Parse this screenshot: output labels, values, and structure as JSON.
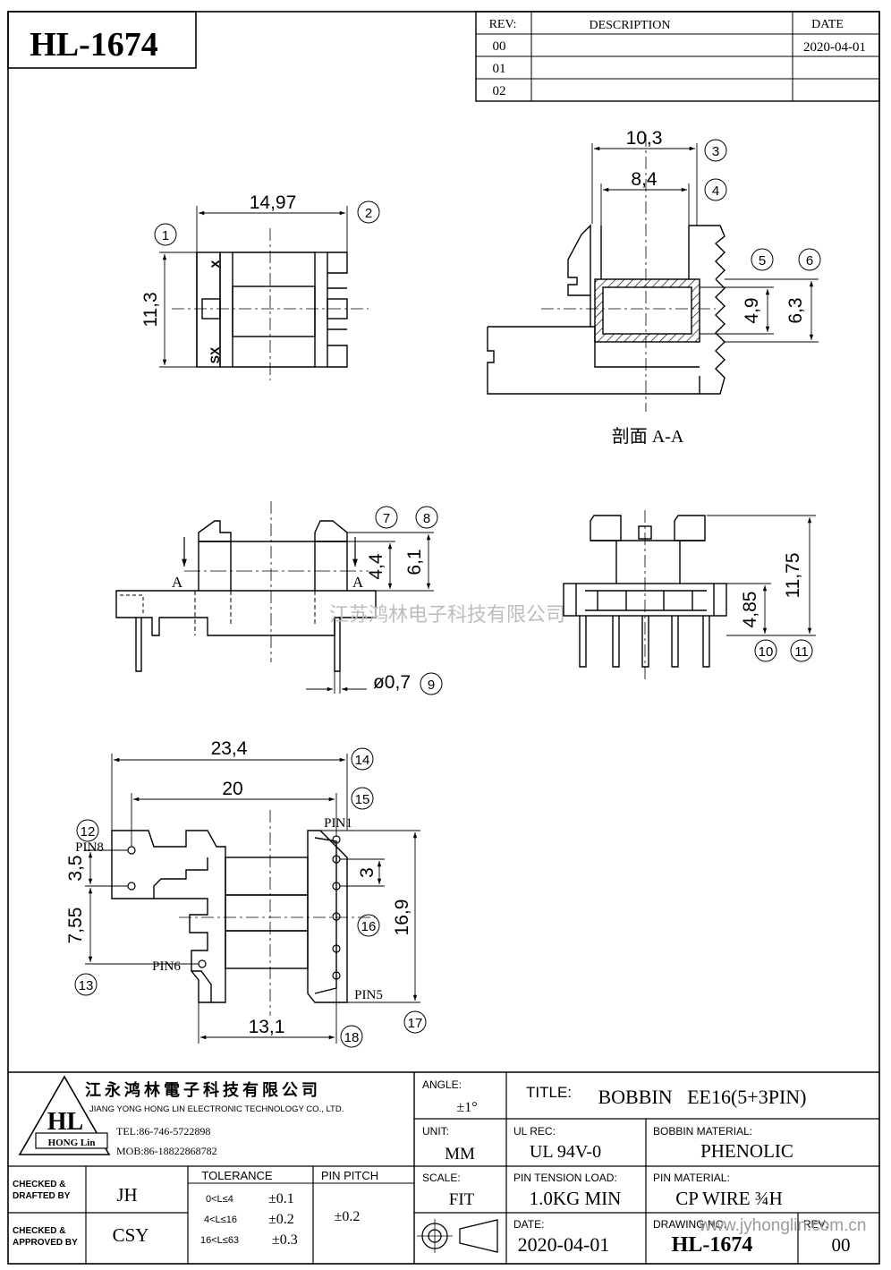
{
  "drawing_code": "HL-1674",
  "revision_table": {
    "headers": [
      "REV:",
      "DESCRIPTION",
      "DATE"
    ],
    "rows": [
      {
        "rev": "00",
        "description": "",
        "date": "2020-04-01"
      },
      {
        "rev": "01",
        "description": "",
        "date": ""
      },
      {
        "rev": "02",
        "description": "",
        "date": ""
      }
    ]
  },
  "top_view": {
    "width_dim": "14,97",
    "height_dim": "11,3",
    "callouts": [
      "1",
      "2"
    ],
    "marks": [
      "x",
      "SX"
    ]
  },
  "section_view": {
    "dims": [
      "10,3",
      "8,4",
      "4,9",
      "6,3"
    ],
    "callouts": [
      "3",
      "4",
      "5",
      "6"
    ],
    "caption": "剖面 A-A"
  },
  "side_view": {
    "dims": [
      "4,4",
      "6,1",
      "ø0,7"
    ],
    "callouts": [
      "7",
      "8",
      "9"
    ],
    "section_marks": [
      "A",
      "A"
    ]
  },
  "end_view": {
    "dims": [
      "11,75",
      "4,85"
    ],
    "callouts": [
      "10",
      "11"
    ]
  },
  "bottom_view": {
    "dims": [
      "23,4",
      "20",
      "3,5",
      "7,55",
      "3",
      "16,9",
      "13,1"
    ],
    "callouts": [
      "12",
      "13",
      "14",
      "15",
      "16",
      "17",
      "18"
    ],
    "pin_labels": [
      "PIN1",
      "PIN8",
      "PIN6",
      "PIN5"
    ]
  },
  "watermark": {
    "text": "江苏鸿林电子科技有限公司",
    "url": "www.jyhonglin.com.cn"
  },
  "company": {
    "name_cn": "江永鸿林電子科技有限公司",
    "name_en": "JIANG YONG HONG LIN ELECTRONIC TECHNOLOGY CO., LTD.",
    "tel": "TEL:86-746-5722898",
    "mob": "MOB:86-18822868782",
    "logo_letters": "HL",
    "logo_caption": "HONG Lin"
  },
  "title_block": {
    "angle_label": "ANGLE:",
    "angle_value": "±1°",
    "title_label": "TITLE:",
    "title_value": "BOBBIN   EE16(5+3PIN)",
    "unit_label": "UNIT:",
    "unit_value": "MM",
    "ul_label": "UL REC:",
    "ul_value": "UL 94V-0",
    "bobbin_material_label": "BOBBIN MATERIAL:",
    "bobbin_material_value": "PHENOLIC",
    "scale_label": "SCALE:",
    "scale_value": "FIT",
    "pin_tension_label": "PIN TENSION LOAD:",
    "pin_tension_value": "1.0KG MIN",
    "pin_material_label": "PIN MATERIAL:",
    "pin_material_value": "CP WIRE ¾H",
    "date_label": "DATE:",
    "date_value": "2020-04-01",
    "drawing_no_label": "DRAWING NO:",
    "drawing_no_value": "HL-1674",
    "rev_label": "REV:",
    "rev_value": "00",
    "checked_drafted_label": [
      "CHECKED &",
      "DRAFTED BY"
    ],
    "checked_drafted_value": "JH",
    "checked_approved_label": [
      "CHECKED &",
      "APPROVED BY"
    ],
    "checked_approved_value": "CSY",
    "tolerance_label": "TOLERANCE",
    "tolerance_rows": [
      {
        "range": "0<L≤4",
        "value": "±0.1"
      },
      {
        "range": "4<L≤16",
        "value": "±0.2"
      },
      {
        "range": "16<L≤63",
        "value": "±0.3"
      }
    ],
    "pin_pitch_label": "PIN PITCH",
    "pin_pitch_value": "±0.2"
  },
  "colors": {
    "line": "#000000",
    "watermark": "#bdbdbd"
  }
}
